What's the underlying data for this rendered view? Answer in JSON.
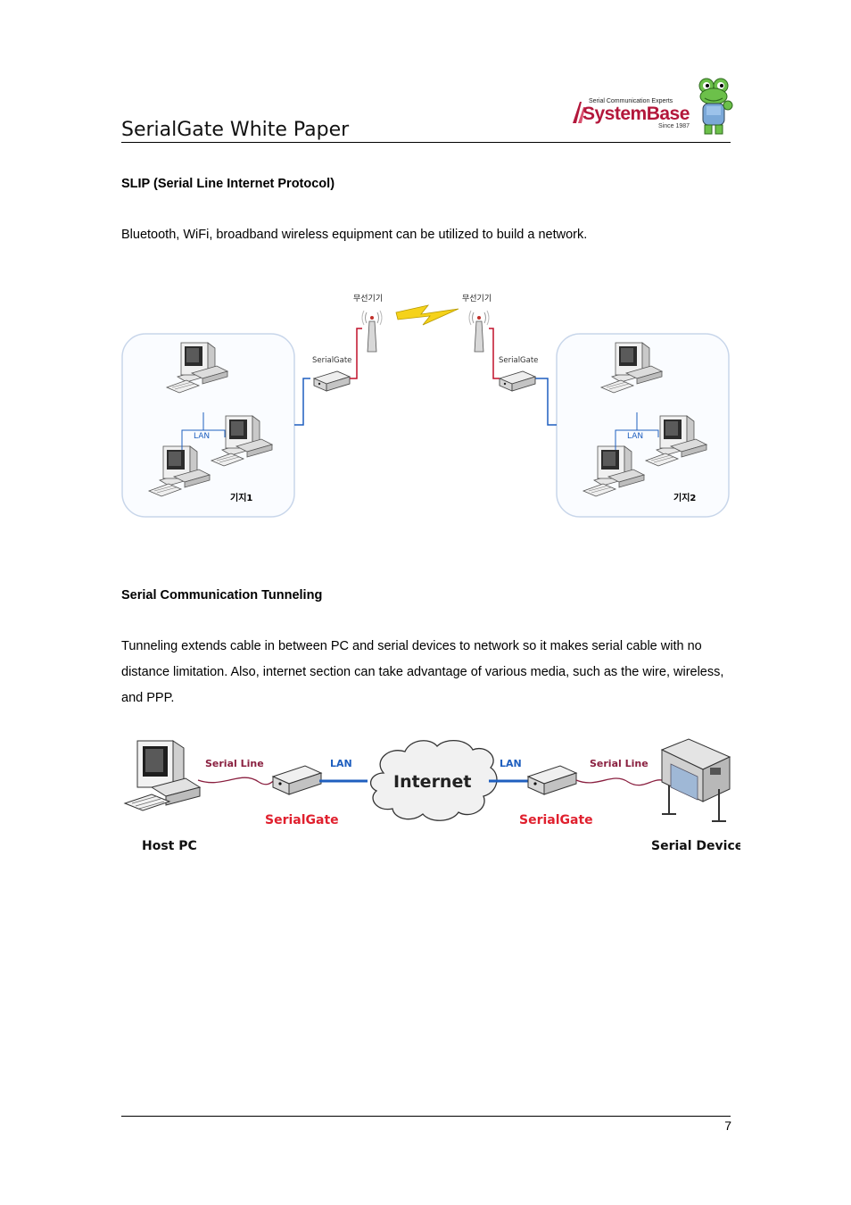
{
  "header": {
    "title": "SerialGate White Paper",
    "logo": {
      "tagline": "Serial Communication Experts",
      "brand": "SystemBase",
      "since": "Since 1987"
    }
  },
  "sections": [
    {
      "heading": "SLIP (Serial Line Internet Protocol)",
      "paragraph": "Bluetooth, WiFi, broadband wireless equipment can be utilized to build a network."
    },
    {
      "heading": "Serial Communication Tunneling",
      "paragraph": "Tunneling extends cable in between PC and serial devices to network so it makes serial cable with no distance limitation. Also, internet section can take advantage of various media, such as the wire, wireless, and PPP."
    }
  ],
  "slip_diagram": {
    "wireless_left": "무선기기",
    "wireless_right": "무선기기",
    "gateway_left": "SerialGate",
    "gateway_right": "SerialGate",
    "lan_left": "LAN",
    "lan_right": "LAN",
    "site_left": "기지1",
    "site_right": "기지2"
  },
  "tunnel_diagram": {
    "serial_line_left": "Serial Line",
    "lan_left": "LAN",
    "internet": "Internet",
    "lan_right": "LAN",
    "serial_line_right": "Serial Line",
    "gateway_left": "SerialGate",
    "gateway_right": "SerialGate",
    "host_label": "Host PC",
    "device_label": "Serial Device"
  },
  "footer": {
    "page_number": "7"
  },
  "colors": {
    "brand": "#b3173b",
    "lan_line": "#1f5fbf",
    "serial_line": "#c0102a",
    "serial_curve": "#8a2040"
  }
}
